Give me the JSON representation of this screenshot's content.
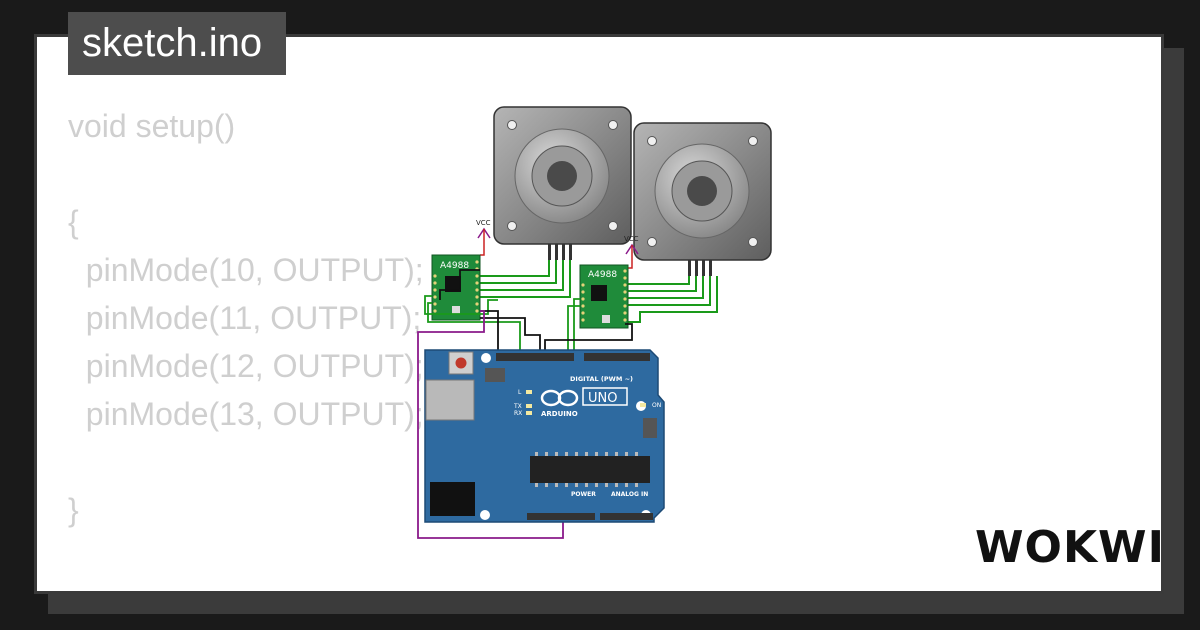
{
  "file_tab": {
    "label": "sketch.ino"
  },
  "code": {
    "lines": [
      "void setup()",
      "",
      "{",
      "  pinMode(10, OUTPUT);",
      "  pinMode(11, OUTPUT);",
      "  pinMode(12, OUTPUT);",
      "  pinMode(13, OUTPUT);",
      "",
      "}"
    ]
  },
  "circuit": {
    "driver_label": "A4988",
    "vcc_label": "VCC",
    "board_brand": "ARDUINO",
    "board_model": "UNO",
    "digital_label": "DIGITAL (PWM ~)",
    "power_label": "POWER",
    "analog_label": "ANALOG IN",
    "led_labels": [
      "L",
      "TX",
      "RX",
      "ON"
    ]
  },
  "logo": {
    "text": "WOKWI"
  },
  "colors": {
    "board": "#2e6aa0",
    "driver": "#1f8b3a",
    "wire_green": "#1a9a1a",
    "wire_purple": "#8a1a8a",
    "wire_black": "#111111"
  }
}
